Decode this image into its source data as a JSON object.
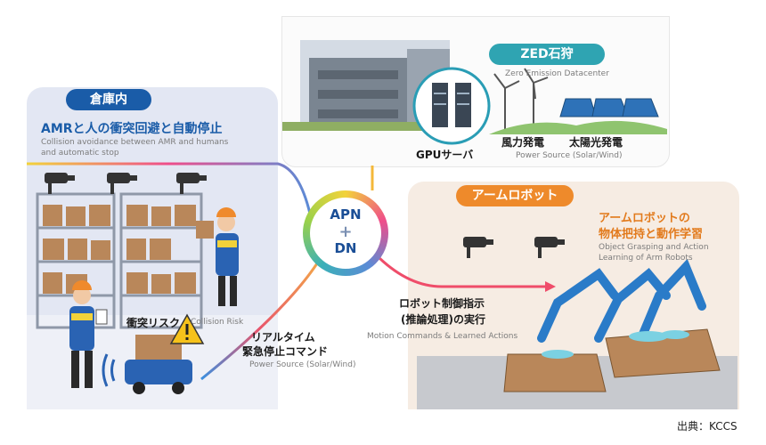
{
  "warehouse": {
    "badge": "倉庫内",
    "title": "AMRと人の衝突回避と自動停止",
    "subtitle_line1": "Collision avoidance between AMR and humans",
    "subtitle_line2": "and automatic stop",
    "risk_label": "衝突リスク",
    "risk_label_en": "Collision Risk"
  },
  "zed": {
    "badge": "ZED石狩",
    "subtitle": "Zero Emission Datacenter",
    "gpu_label": "GPUサーバ",
    "wind_label": "風力発電",
    "solar_label": "太陽光発電",
    "power_source": "Power Source (Solar/Wind)"
  },
  "hub": {
    "top": "APN",
    "plus": "+",
    "bottom": "DN"
  },
  "emergency": {
    "line1": "リアルタイム",
    "line2": "緊急停止コマンド",
    "en": "Power Source (Solar/Wind)"
  },
  "arm": {
    "badge": "アームロボット",
    "title_line1": "アームロボットの",
    "title_line2": "物体把持と動作学習",
    "subtitle_line1": "Object Grasping and Action",
    "subtitle_line2": "Learning of Arm Robots",
    "command_line1": "ロボット制御指示",
    "command_line2": "(推論処理)の実行",
    "command_en": "Motion Commands & Learned Actions"
  },
  "source": "出典：KCCS",
  "colors": {
    "blue": "#1a5ca8",
    "orange": "#ee8a2b",
    "teal": "#3bb0b8"
  }
}
